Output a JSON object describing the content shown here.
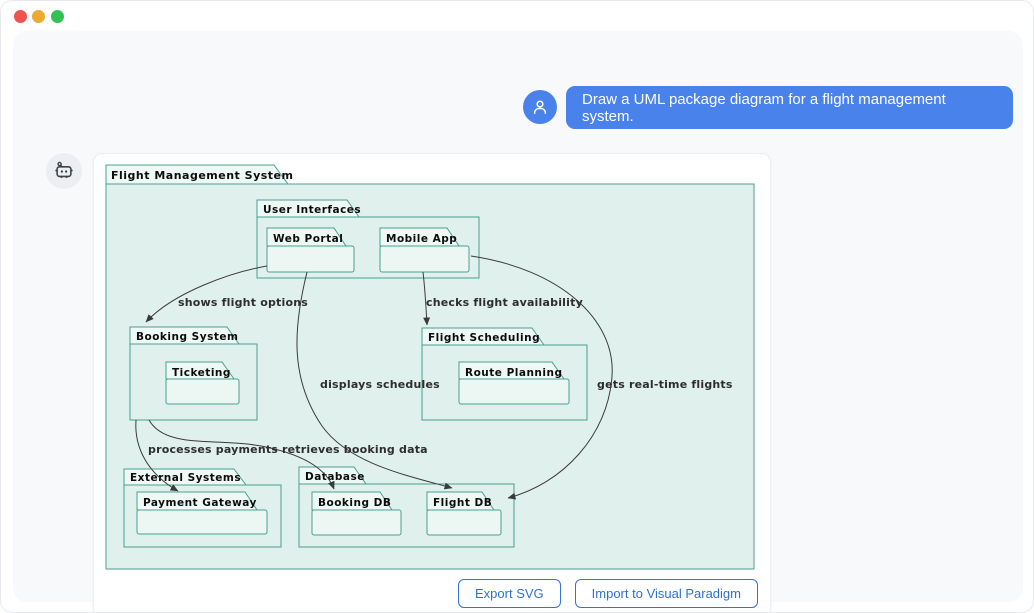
{
  "window": {
    "traffic_lights": [
      {
        "name": "close",
        "color": "#ef5350"
      },
      {
        "name": "minimize",
        "color": "#eaaa33"
      },
      {
        "name": "zoom",
        "color": "#34c153"
      }
    ]
  },
  "chat": {
    "user_message": "Draw a UML package diagram for a flight management system.",
    "user_avatar_icon": "person-icon",
    "bot_avatar_icon": "robot-icon",
    "bubble_color": "#4a82ec"
  },
  "diagram": {
    "type": "uml-package-diagram",
    "root": "Flight Management System",
    "packages": [
      {
        "name": "User Interfaces",
        "children": [
          "Web Portal",
          "Mobile App"
        ]
      },
      {
        "name": "Booking System",
        "children": [
          "Ticketing"
        ]
      },
      {
        "name": "Flight Scheduling",
        "children": [
          "Route Planning"
        ]
      },
      {
        "name": "External Systems",
        "children": [
          "Payment Gateway"
        ]
      },
      {
        "name": "Database",
        "children": [
          "Booking DB",
          "Flight DB"
        ]
      }
    ],
    "edges": [
      {
        "from": "Web Portal",
        "to": "Booking System",
        "label": "shows flight options"
      },
      {
        "from": "Mobile App",
        "to": "Flight Scheduling",
        "label": "checks flight availability"
      },
      {
        "from": "Web Portal",
        "to": "Flight DB",
        "label": "displays schedules"
      },
      {
        "from": "Mobile App",
        "to": "Flight DB",
        "label": "gets real-time flights"
      },
      {
        "from": "Booking System",
        "to": "Payment Gateway",
        "label": "processes payments"
      },
      {
        "from": "Booking System",
        "to": "Booking DB",
        "label": "retrieves booking data"
      }
    ],
    "colors": {
      "fill": "#e0f1ed",
      "fill_light": "#ecf7f3",
      "border": "#49a090",
      "line": "#3a3a3a"
    }
  },
  "actions": {
    "export_svg": "Export SVG",
    "import_vp": "Import to Visual Paradigm"
  }
}
